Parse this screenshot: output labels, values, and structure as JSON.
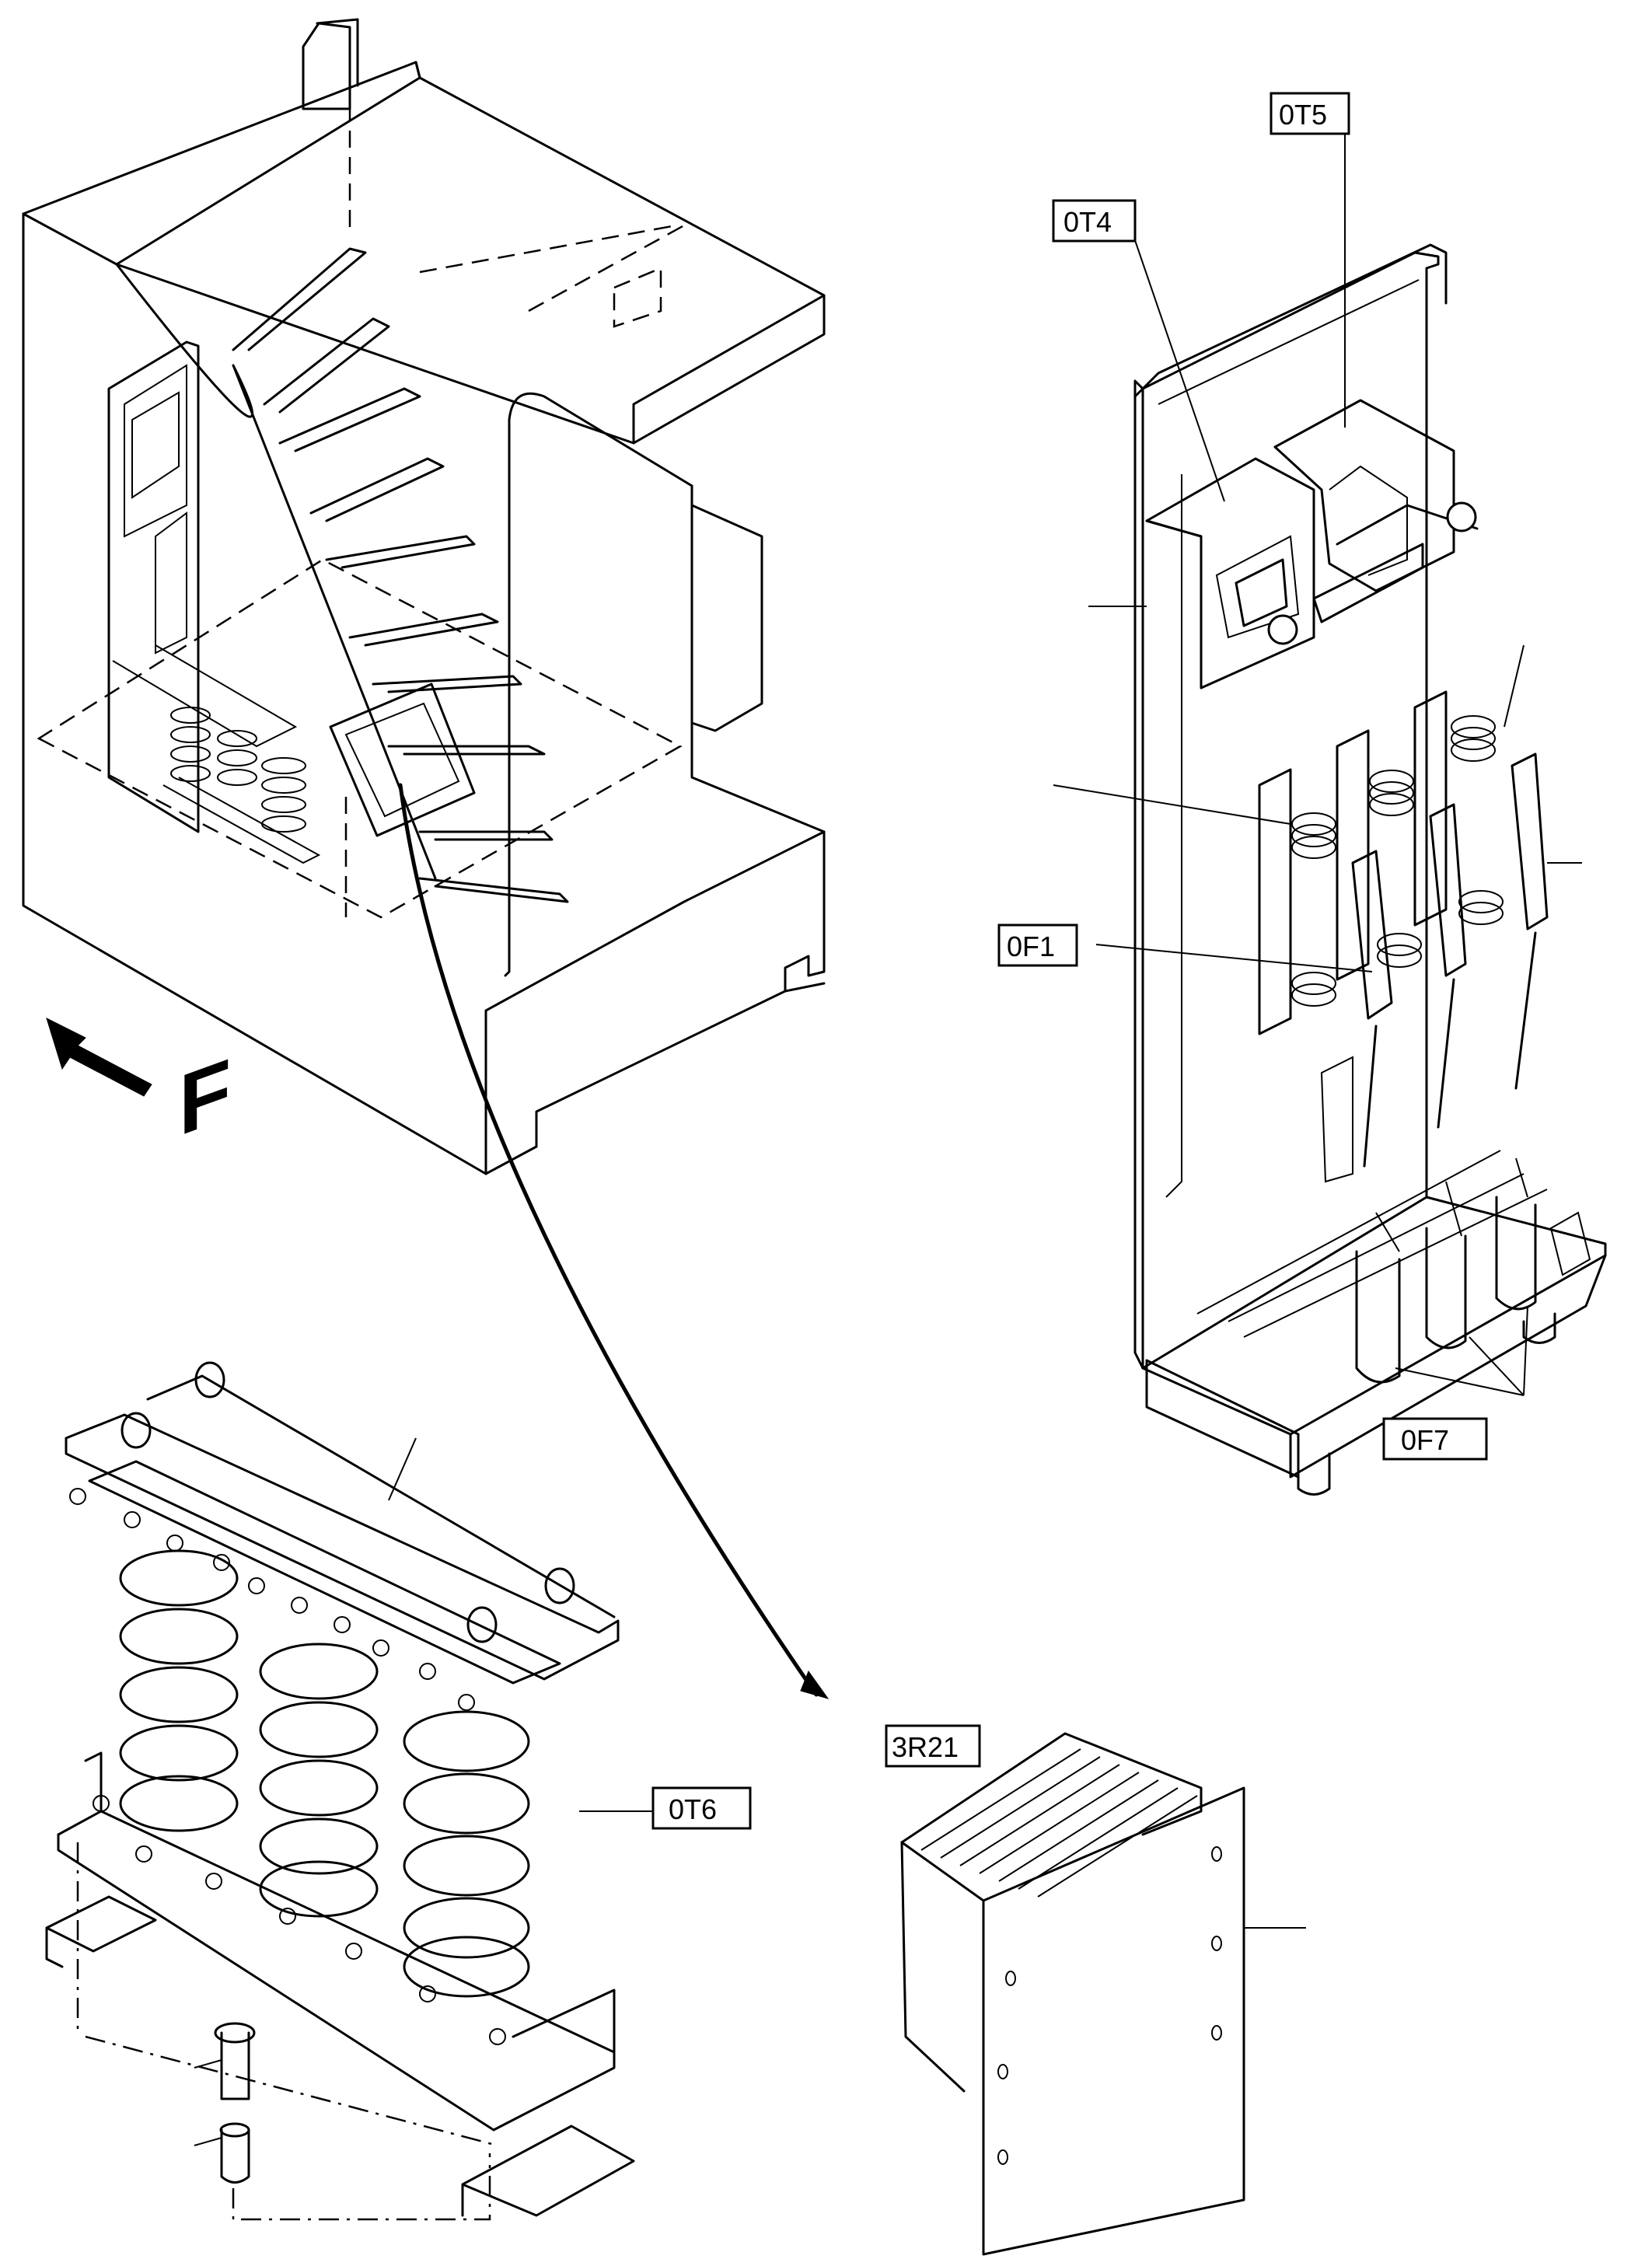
{
  "figure": {
    "direction_marker": "F",
    "labels": {
      "ot4": "0T4",
      "ot5": "0T5",
      "of1": "0F1",
      "of7": "0F7",
      "ot6": "0T6",
      "r21": "3R21"
    }
  }
}
